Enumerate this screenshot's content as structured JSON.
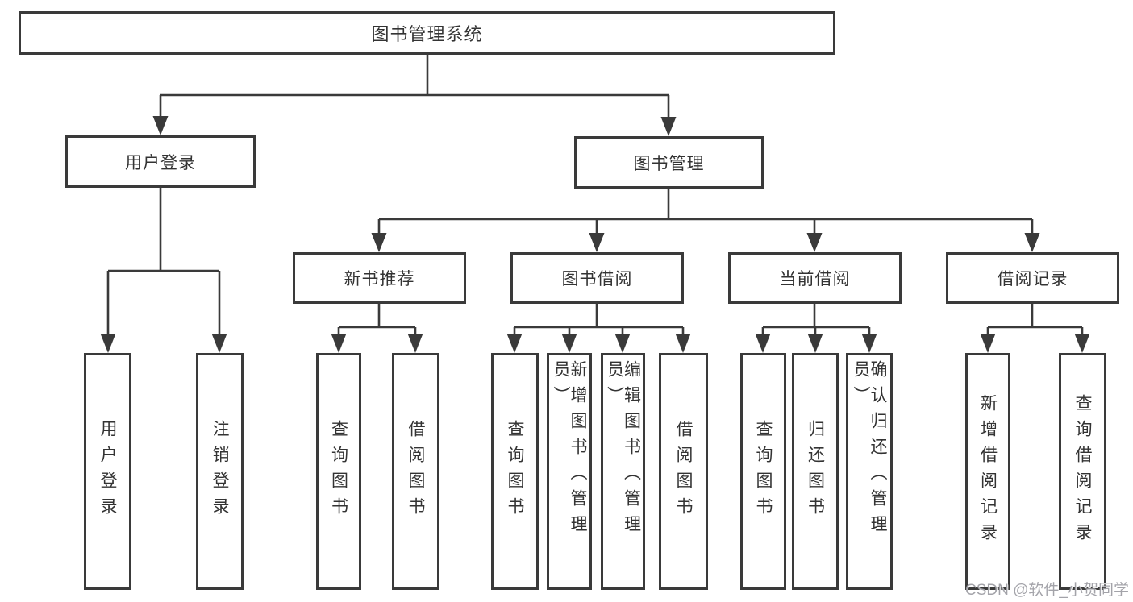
{
  "diagram": {
    "root": {
      "label": "图书管理系统"
    },
    "user_login": {
      "label": "用户登录",
      "children": [
        {
          "label": "用户登录"
        },
        {
          "label": "注销登录"
        }
      ]
    },
    "book_management": {
      "label": "图书管理",
      "modules": [
        {
          "label": "新书推荐",
          "children": [
            {
              "label": "查询图书"
            },
            {
              "label": "借阅图书"
            }
          ]
        },
        {
          "label": "图书借阅",
          "children": [
            {
              "label": "查询图书"
            },
            {
              "label": "新增图书（管理员）"
            },
            {
              "label": "编辑图书（管理员）"
            },
            {
              "label": "借阅图书"
            }
          ]
        },
        {
          "label": "当前借阅",
          "children": [
            {
              "label": "查询图书"
            },
            {
              "label": "归还图书"
            },
            {
              "label": "确认归还（管理员）"
            }
          ]
        },
        {
          "label": "借阅记录",
          "children": [
            {
              "label": "新增借阅记录"
            },
            {
              "label": "查询借阅记录"
            }
          ]
        }
      ]
    }
  },
  "watermark": {
    "text": "CSDN @软件_小贺同学"
  },
  "colors": {
    "line": "#3a3a3a",
    "box_border": "#3a3a3a",
    "box_fill": "#ffffff",
    "text": "#333333",
    "watermark": "#9e9ea4",
    "background": "#ffffff"
  }
}
